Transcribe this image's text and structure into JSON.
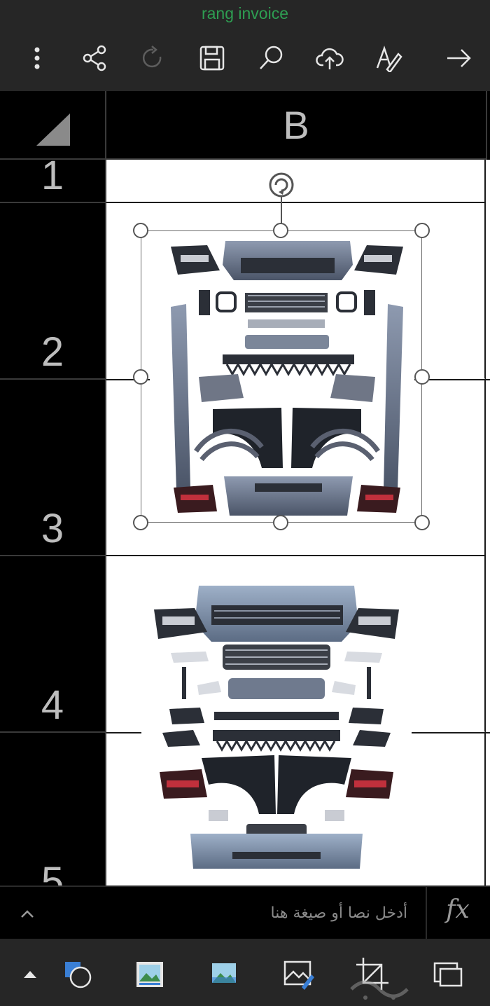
{
  "app": {
    "document_title": "rang invoice",
    "accent_green": "#2e9e52"
  },
  "toolbar": {
    "buttons": [
      {
        "name": "more-icon"
      },
      {
        "name": "share-icon"
      },
      {
        "name": "redo-icon"
      },
      {
        "name": "save-icon"
      },
      {
        "name": "search-icon"
      },
      {
        "name": "upload-cloud-icon"
      },
      {
        "name": "draw-icon"
      },
      {
        "name": "forward-arrow-icon"
      }
    ]
  },
  "sheet": {
    "column_header": "B",
    "row_headers": [
      "1",
      "2",
      "3",
      "4",
      "5"
    ]
  },
  "formula_bar": {
    "placeholder": "أدخل نصا أو صيغة هنا",
    "fx_label": "fx"
  },
  "bottom_toolbar": {
    "buttons": [
      {
        "name": "shapes-icon"
      },
      {
        "name": "picture-style-icon"
      },
      {
        "name": "picture-icon"
      },
      {
        "name": "edit-picture-icon"
      },
      {
        "name": "crop-icon"
      },
      {
        "name": "alt-text-icon"
      }
    ]
  }
}
